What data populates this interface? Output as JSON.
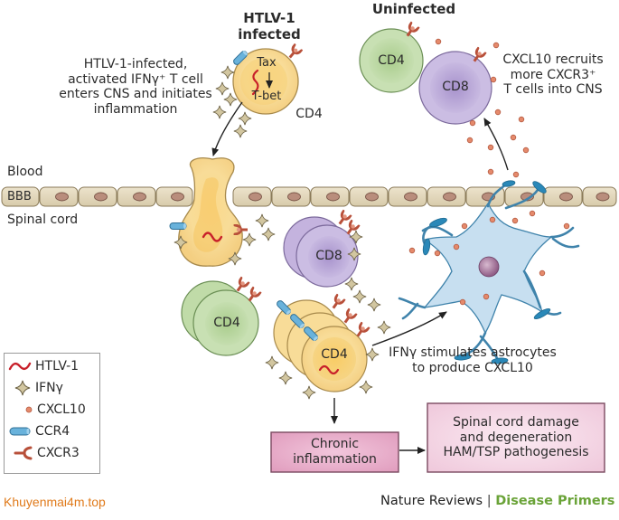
{
  "headings": {
    "infected": [
      "HTLV-1",
      "infected"
    ],
    "uninfected": "Uninfected"
  },
  "annotations": {
    "entry": [
      "HTLV-1-infected,",
      "activated IFNγ⁺ T cell",
      "enters CNS and initiates",
      "inflammation"
    ],
    "recruit": [
      "CXCL10 recruits",
      "more CXCR3⁺",
      "T cells into CNS"
    ],
    "stimulate": [
      "IFNγ stimulates astrocytes",
      "to produce CXCL10"
    ]
  },
  "compartments": {
    "blood": "Blood",
    "bbb": "BBB",
    "spinal_cord": "Spinal cord"
  },
  "cells": {
    "infected_cd4_top": {
      "inner_top": "Tax",
      "inner_bottom": "T-bet",
      "label": "CD4"
    },
    "uninfected_cd4": "CD4",
    "uninfected_cd8": "CD8",
    "cord_cd8": "CD8",
    "cord_cd4_green": "CD4",
    "cord_cd4_infected": "CD4"
  },
  "boxes": {
    "chronic": [
      "Chronic",
      "inflammation"
    ],
    "damage": [
      "Spinal cord damage",
      "and degeneration",
      "HAM/TSP pathogenesis"
    ]
  },
  "legend": {
    "items": [
      {
        "icon": "htlv1-virus-icon",
        "label": "HTLV-1"
      },
      {
        "icon": "ifn-gamma-star-icon",
        "label": "IFNγ"
      },
      {
        "icon": "cxcl10-dot-icon",
        "label": "CXCL10"
      },
      {
        "icon": "ccr4-receptor-icon",
        "label": "CCR4"
      },
      {
        "icon": "cxcr3-receptor-icon",
        "label": "CXCR3"
      }
    ]
  },
  "footer": {
    "watermark": "Khuyenmai4m.top",
    "journal": "Nature Reviews",
    "separator": "|",
    "series": "Disease Primers"
  },
  "colors": {
    "cd4_infected": "#f7d98c",
    "cd4_uninfected": "#b9d69e",
    "cd8": "#b9a6d6",
    "astrocyte": "#c7dff0",
    "astrocyte_outline": "#2f7ea8",
    "bbb_cell": "#e3d8bd",
    "bbb_nucleus": "#b88a7c",
    "virus": "#c8202a",
    "ifn_star": "#c9bd98",
    "cxcl10": "#e07b5a",
    "ccr4": "#5aa4cf",
    "cxcr3": "#c85a3e",
    "box_fill": "#e6a9c6",
    "box_fill_light": "#f4d6e4",
    "watermark": "#e07a1a",
    "series": "#6aa338"
  }
}
